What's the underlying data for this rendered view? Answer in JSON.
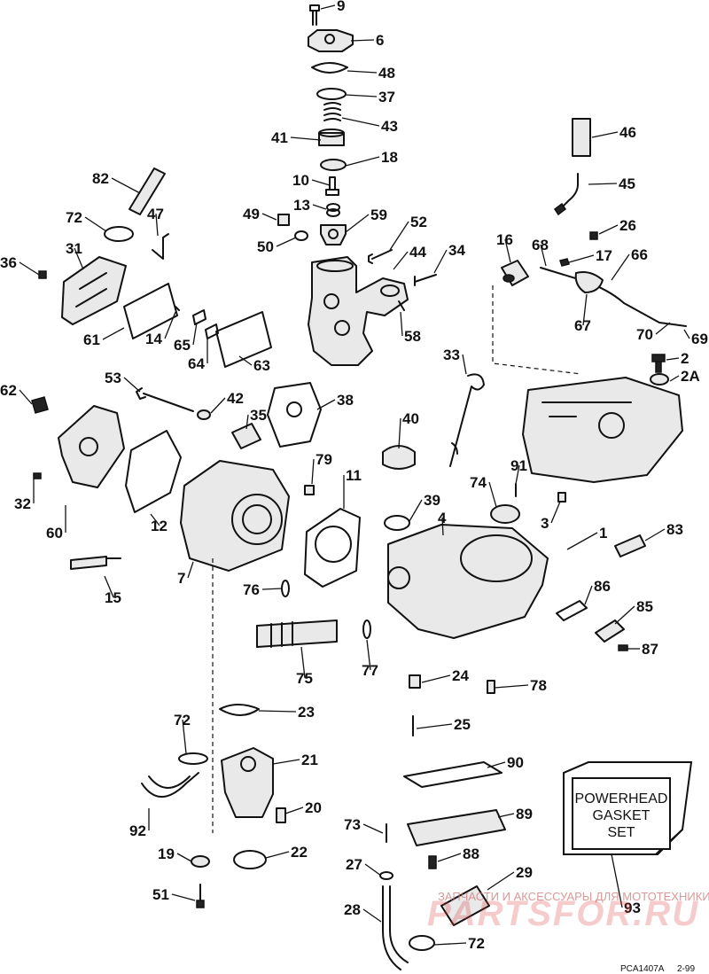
{
  "callouts": [
    {
      "id": "9",
      "label": "9"
    },
    {
      "id": "6",
      "label": "6"
    },
    {
      "id": "48",
      "label": "48"
    },
    {
      "id": "37",
      "label": "37"
    },
    {
      "id": "43",
      "label": "43"
    },
    {
      "id": "41",
      "label": "41"
    },
    {
      "id": "18",
      "label": "18"
    },
    {
      "id": "46",
      "label": "46"
    },
    {
      "id": "45",
      "label": "45"
    },
    {
      "id": "82",
      "label": "82"
    },
    {
      "id": "10",
      "label": "10"
    },
    {
      "id": "72a",
      "label": "72"
    },
    {
      "id": "47",
      "label": "47"
    },
    {
      "id": "49",
      "label": "49"
    },
    {
      "id": "13",
      "label": "13"
    },
    {
      "id": "59",
      "label": "59"
    },
    {
      "id": "52",
      "label": "52"
    },
    {
      "id": "26",
      "label": "26"
    },
    {
      "id": "50",
      "label": "50"
    },
    {
      "id": "16",
      "label": "16"
    },
    {
      "id": "68",
      "label": "68"
    },
    {
      "id": "66",
      "label": "66"
    },
    {
      "id": "31",
      "label": "31"
    },
    {
      "id": "44",
      "label": "44"
    },
    {
      "id": "34",
      "label": "34"
    },
    {
      "id": "17",
      "label": "17"
    },
    {
      "id": "36",
      "label": "36"
    },
    {
      "id": "67",
      "label": "67"
    },
    {
      "id": "58",
      "label": "58"
    },
    {
      "id": "14",
      "label": "14"
    },
    {
      "id": "65",
      "label": "65"
    },
    {
      "id": "61",
      "label": "61"
    },
    {
      "id": "70",
      "label": "70"
    },
    {
      "id": "69",
      "label": "69"
    },
    {
      "id": "33",
      "label": "33"
    },
    {
      "id": "2",
      "label": "2"
    },
    {
      "id": "2A",
      "label": "2A"
    },
    {
      "id": "64",
      "label": "64"
    },
    {
      "id": "63",
      "label": "63"
    },
    {
      "id": "53",
      "label": "53"
    },
    {
      "id": "42",
      "label": "42"
    },
    {
      "id": "38",
      "label": "38"
    },
    {
      "id": "62",
      "label": "62"
    },
    {
      "id": "35",
      "label": "35"
    },
    {
      "id": "40",
      "label": "40"
    },
    {
      "id": "79",
      "label": "79"
    },
    {
      "id": "11",
      "label": "11"
    },
    {
      "id": "91",
      "label": "91"
    },
    {
      "id": "74",
      "label": "74"
    },
    {
      "id": "32",
      "label": "32"
    },
    {
      "id": "39",
      "label": "39"
    },
    {
      "id": "3",
      "label": "3"
    },
    {
      "id": "4",
      "label": "4"
    },
    {
      "id": "1",
      "label": "1"
    },
    {
      "id": "83",
      "label": "83"
    },
    {
      "id": "60",
      "label": "60"
    },
    {
      "id": "12",
      "label": "12"
    },
    {
      "id": "15",
      "label": "15"
    },
    {
      "id": "7",
      "label": "7"
    },
    {
      "id": "76",
      "label": "76"
    },
    {
      "id": "86",
      "label": "86"
    },
    {
      "id": "85",
      "label": "85"
    },
    {
      "id": "87",
      "label": "87"
    },
    {
      "id": "75",
      "label": "75"
    },
    {
      "id": "77",
      "label": "77"
    },
    {
      "id": "24",
      "label": "24"
    },
    {
      "id": "78",
      "label": "78"
    },
    {
      "id": "72b",
      "label": "72"
    },
    {
      "id": "23",
      "label": "23"
    },
    {
      "id": "25",
      "label": "25"
    },
    {
      "id": "21",
      "label": "21"
    },
    {
      "id": "90",
      "label": "90"
    },
    {
      "id": "20",
      "label": "20"
    },
    {
      "id": "92",
      "label": "92"
    },
    {
      "id": "89",
      "label": "89"
    },
    {
      "id": "73",
      "label": "73"
    },
    {
      "id": "19",
      "label": "19"
    },
    {
      "id": "22",
      "label": "22"
    },
    {
      "id": "88",
      "label": "88"
    },
    {
      "id": "27",
      "label": "27"
    },
    {
      "id": "29",
      "label": "29"
    },
    {
      "id": "51",
      "label": "51"
    },
    {
      "id": "93",
      "label": "93"
    },
    {
      "id": "28",
      "label": "28"
    },
    {
      "id": "72c",
      "label": "72"
    }
  ],
  "gasket_set": {
    "line1": "POWERHEAD",
    "line2": "GASKET",
    "line3": "SET"
  },
  "watermark": {
    "caption": "ЗАПЧАСТИ И АКСЕССУАРЫ ДЛЯ МОТОТЕХНИКИ",
    "brand": "PARTSFOR.RU"
  },
  "footer": {
    "code": "PCA1407A",
    "date": "2-99"
  }
}
